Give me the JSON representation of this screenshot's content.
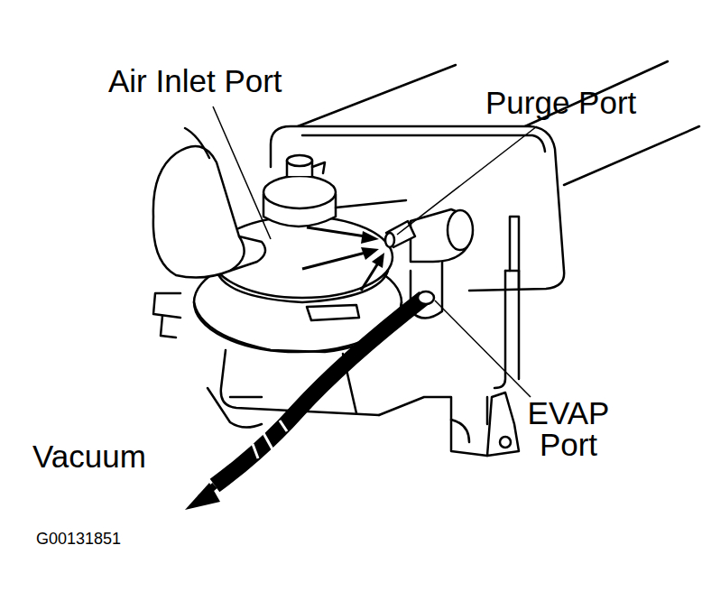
{
  "diagram": {
    "labels": [
      "Air Inlet Port",
      "Purge Port",
      "EVAP Port",
      "Vacuum",
      "G00131851"
    ]
  }
}
